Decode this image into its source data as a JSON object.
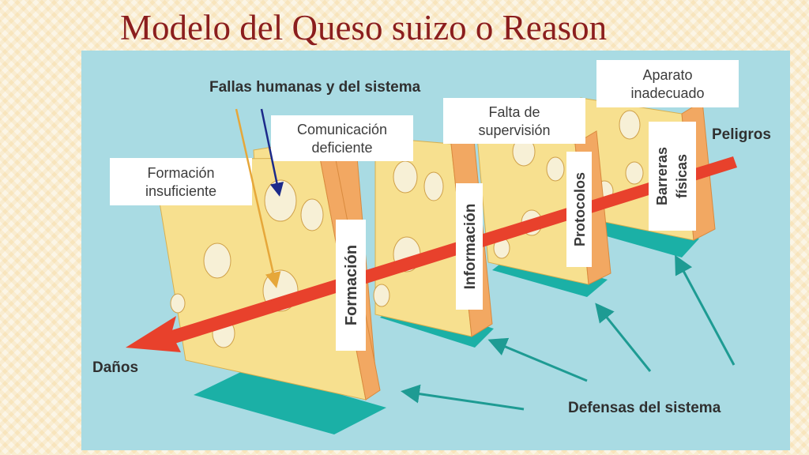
{
  "title": "Modelo del Queso suizo o Reason",
  "labels": {
    "human_failures": "Fallas humanas y del sistema",
    "communication_l1": "Comunicación",
    "communication_l2": "deficiente",
    "training_l1": "Formación",
    "training_l2": "insuficiente",
    "supervision_l1": "Falta de",
    "supervision_l2": "supervisión",
    "device_l1": "Aparato",
    "device_l2": "inadecuado",
    "hazards": "Peligros",
    "damages": "Daños",
    "defenses": "Defensas del sistema"
  },
  "slices": [
    {
      "label": "Formación"
    },
    {
      "label": "Información"
    },
    {
      "label": "Protocolos"
    },
    {
      "label": "Barreras"
    },
    {
      "label": "físicas"
    }
  ],
  "colors": {
    "title": "#8b1e1e",
    "panel": "#a9dbe3",
    "cheese_face": "#f7e08f",
    "cheese_edge": "#f2a862",
    "shadow": "#1bb0a6",
    "arrow_red": "#e8412c",
    "pointer_teal": "#1e9b93",
    "pointer_yellow": "#e6a73a",
    "pointer_navy": "#1c2a8a"
  }
}
